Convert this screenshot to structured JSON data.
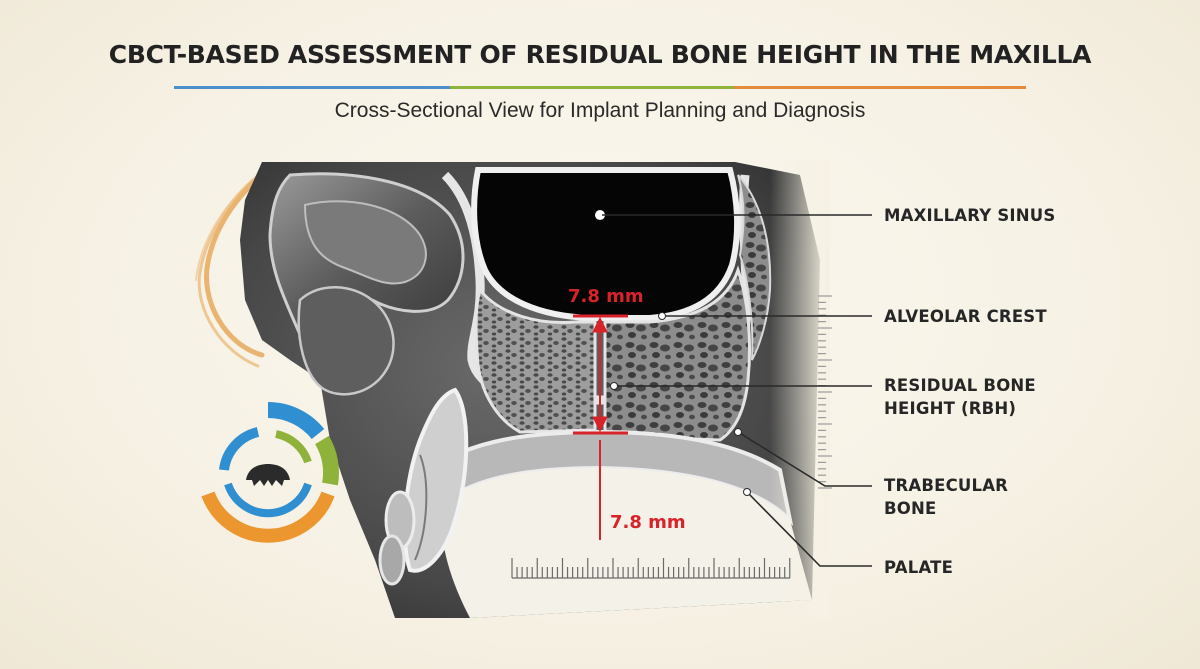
{
  "header": {
    "title": "CBCT-BASED ASSESSMENT OF RESIDUAL BONE HEIGHT IN THE MAXILLA",
    "subtitle": "Cross-Sectional View for Implant Planning and Diagnosis",
    "rule_colors": [
      "#4b8fcb",
      "#8fb23b",
      "#e38a3c"
    ]
  },
  "labels": {
    "maxillary_sinus": "MAXILLARY SINUS",
    "alveolar_crest": "ALVEOLAR CREST",
    "rbh_line1": "RESIDUAL BONE",
    "rbh_line2": "HEIGHT (RBH)",
    "trabecular_line1": "TRABECULAR",
    "trabecular_line2": "BONE",
    "palate": "PALATE"
  },
  "measurement": {
    "upper_label": "7.8 mm",
    "lower_label": "7.8 mm",
    "color": "#d8232a"
  },
  "colors": {
    "accent_blue": "#2f8fd0",
    "accent_green": "#8fb23b",
    "accent_orange": "#ec962f",
    "profile_tan": "#e9b46f"
  },
  "icons": {
    "logo": "segmented-ring-tooth-icon"
  }
}
